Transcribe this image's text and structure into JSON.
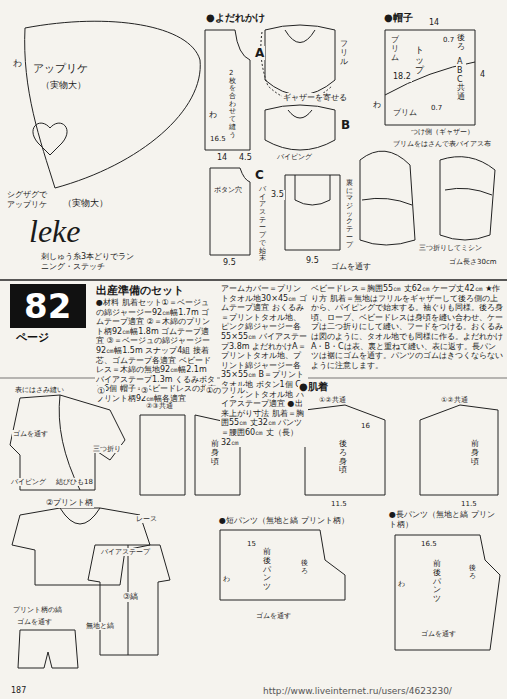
{
  "diagram": {
    "title": "出産準備のセット",
    "nodes": [
      {
        "text": [
          "82",
          "ページ"
        ]
      }
    ],
    "labels": [
      "アップリケ",
      "（実物大）",
      "わ",
      "シグザグでアップリケ",
      "（実物大）",
      "leke",
      "刺しゅう糸3本どりでランニング・ステッチ",
      "●よだれかけ",
      "A",
      "わ",
      "2枚を合わせて縫う",
      "16.5",
      "14",
      "4.5",
      "フリル",
      "ギャザーを寄せる",
      "B",
      "バイピング",
      "C",
      "ボタン穴",
      "バイアステープで始末",
      "9.5",
      "3.5",
      "裏にマジックテープ",
      "9.5",
      "●帽子",
      "14",
      "0.7",
      "ブリム",
      "トップ",
      "18.2",
      "後ろ",
      "ABC共通",
      "4",
      "0.7",
      "ブリム",
      "わ",
      "つけ側（ギャザー）",
      "ブリムをはさんで表バイアス布",
      "三つ折りしてミシン",
      "ゴムを通す",
      "ゴム長さ30cm",
      "●材料 肌着セット①＝ベージュの綿ジャージー92㎝幅1.7m ゴムテープ適宜 ②＝木綿のプリント柄92㎝幅1.8m ゴムテープ適宜 ③＝ベージュの綿ジャージー92㎝幅1.5m スナップ4組 接着芯、ゴムテープ各適宜 ベビードレス＝木綿の無地92㎝幅2.1m バイアステープ1.3m くるみボタン6個 帽子＝ベビードレスの共布 プリント柄92㎝幅各適宜",
      "アームカバー＝プリントタオル地30×45㎝ ゴムテープ適宜 おくるみ＝プリントタオル地、ピンク綿ジャージー各55×55㎝ バイアステープ3.8m よだれかけA＝プリントタオル地、プリント綿ジャージー各35×55㎝ B＝プリントタオル地 ボタン1個 C＝プリントタオル地 バイアステープ適宜 ●出来上がり寸法 肌着＝胸囲55㎝ 丈32㎝ パンツ＝腰囲60㎝ 丈（長）32㎝",
      "ベビードレス＝胸囲55㎝ 丈62㎝ ケープ丈42㎝ ★作り方 肌着＝無地はフリルをギャザーして後ろ側の上から、パイピングで始末する。袖ぐりも同様。後ろ身頃、ローブ、ベビードレスは身頃を縫い合わせ、ケープは二つ折りにして縫い、フードをつける。おくるみは図のように、タオル地でも同様に作る。よだれかけA・B・Cは表、裏と重ねて縫い、表に返す。長パンツは裾にゴムを通す。パンツのゴムはきつくならないように注意します。",
      "表にはさみ縫い",
      "①",
      "ゴムを通す",
      "三つ折り",
      "結びひも18",
      "バイピング",
      "②プリント柄",
      "レース",
      "バイアステープ",
      "③縞",
      "プリント柄の縞",
      "ゴムを通す",
      "無地と縞",
      "①のフリル",
      "③",
      "②③共通",
      "●肌着",
      "①②共通",
      "①②共通",
      "前身頃",
      "後ろ身頃",
      "前身頃",
      "11.5",
      "11.5",
      "16",
      "●短パンツ（無地と縞 プリント柄）",
      "●長パンツ（無地と縞 プリント柄）",
      "前後パンツ",
      "前後パンツ",
      "ゴムを通す",
      "ゴムを通す",
      "15",
      "16.5",
      "後ろ",
      "後ろ",
      "わ",
      "わ",
      "187",
      "http://www.liveinternet.ru/users/4623230/"
    ]
  }
}
